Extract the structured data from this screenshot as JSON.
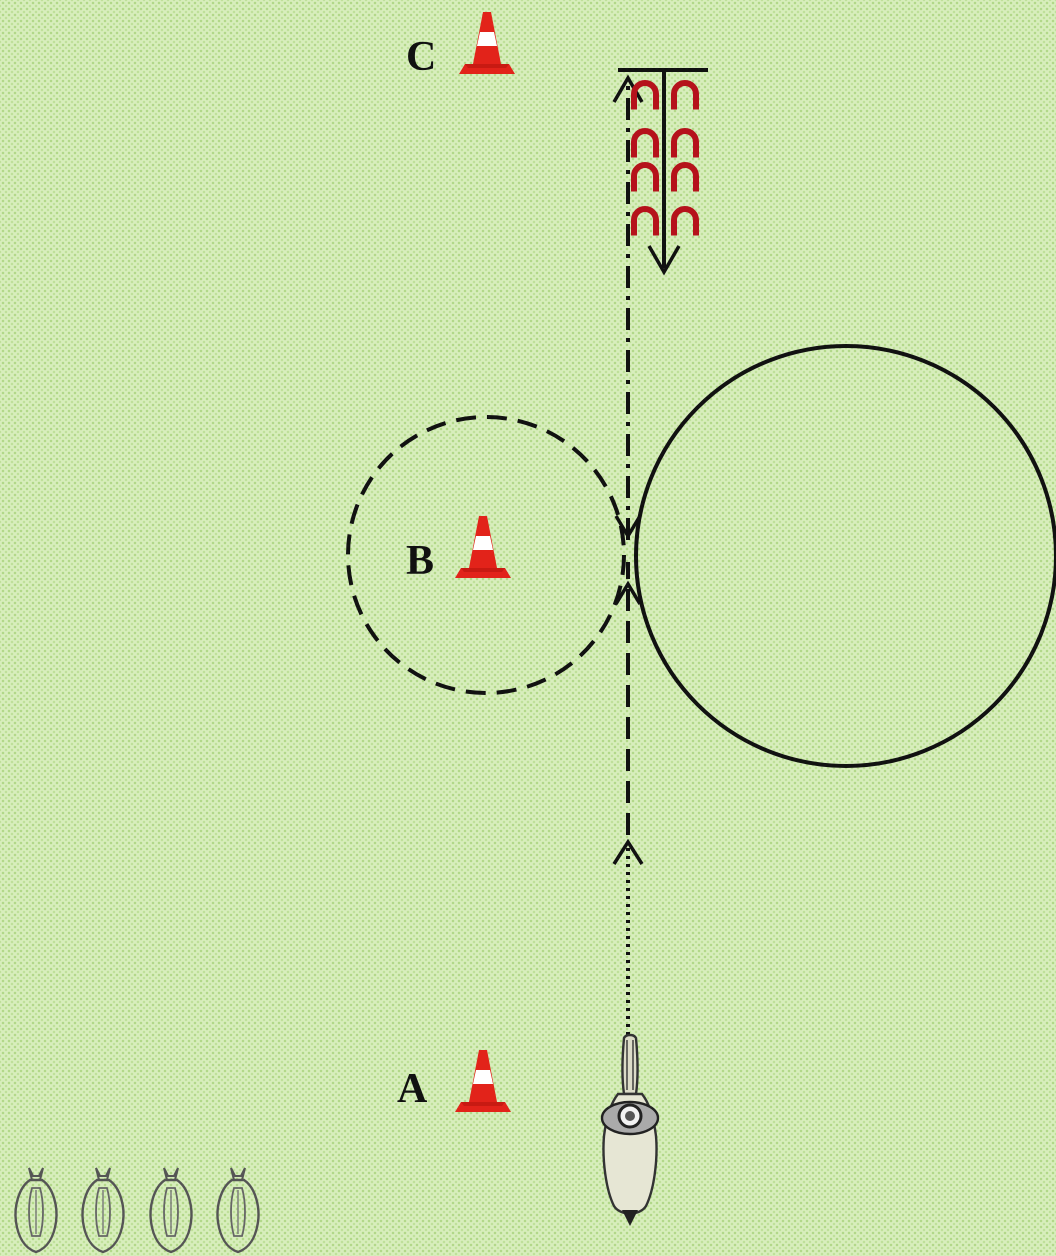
{
  "cones": [
    {
      "id": "A",
      "label": "A"
    },
    {
      "id": "B",
      "label": "B"
    },
    {
      "id": "C",
      "label": "C"
    }
  ],
  "colors": {
    "ground": "#d8eebd",
    "cone": "#e2231a",
    "cone_stripe": "#ffffff",
    "horseshoe": "#b5121b",
    "line": "#111111",
    "horse": "#444444"
  },
  "horseshoe_count": 8,
  "waiting_horses_count": 4,
  "icons": [
    "traffic-cone-icon",
    "horseshoe-icon",
    "horse-rider-icon",
    "horse-icon"
  ]
}
